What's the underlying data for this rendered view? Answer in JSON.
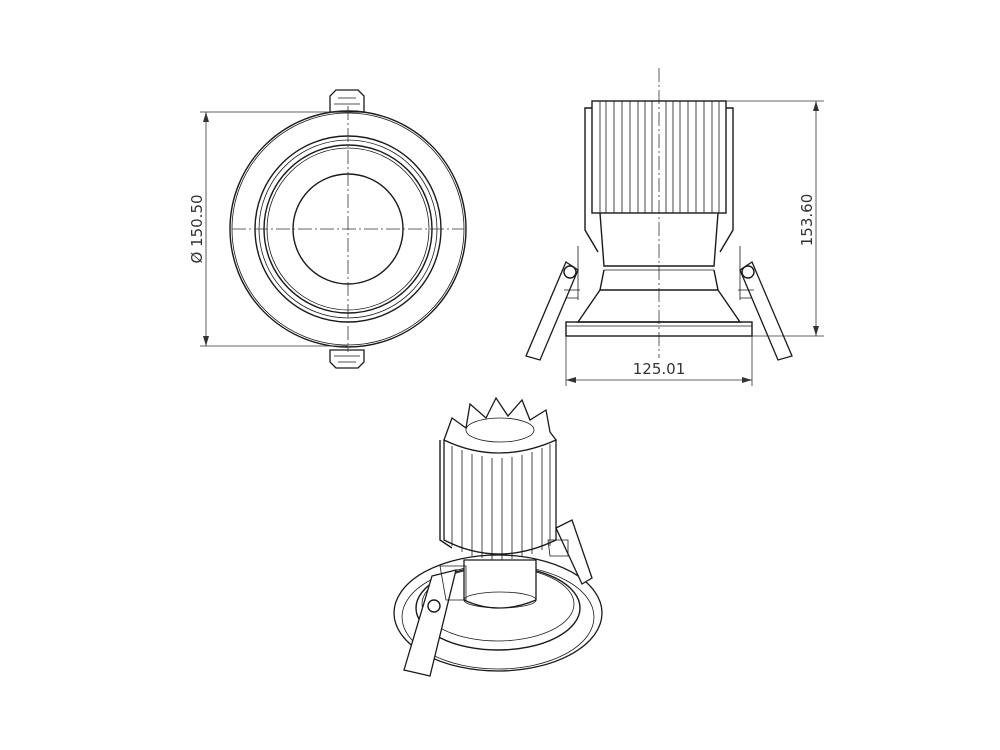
{
  "dimensions": {
    "diameter_symbol": "Ø",
    "diameter": "150.50",
    "height": "153.60",
    "width": "125.01"
  },
  "colors": {
    "line": "#1a1a1a",
    "dimension": "#333333",
    "background": "#ffffff"
  }
}
